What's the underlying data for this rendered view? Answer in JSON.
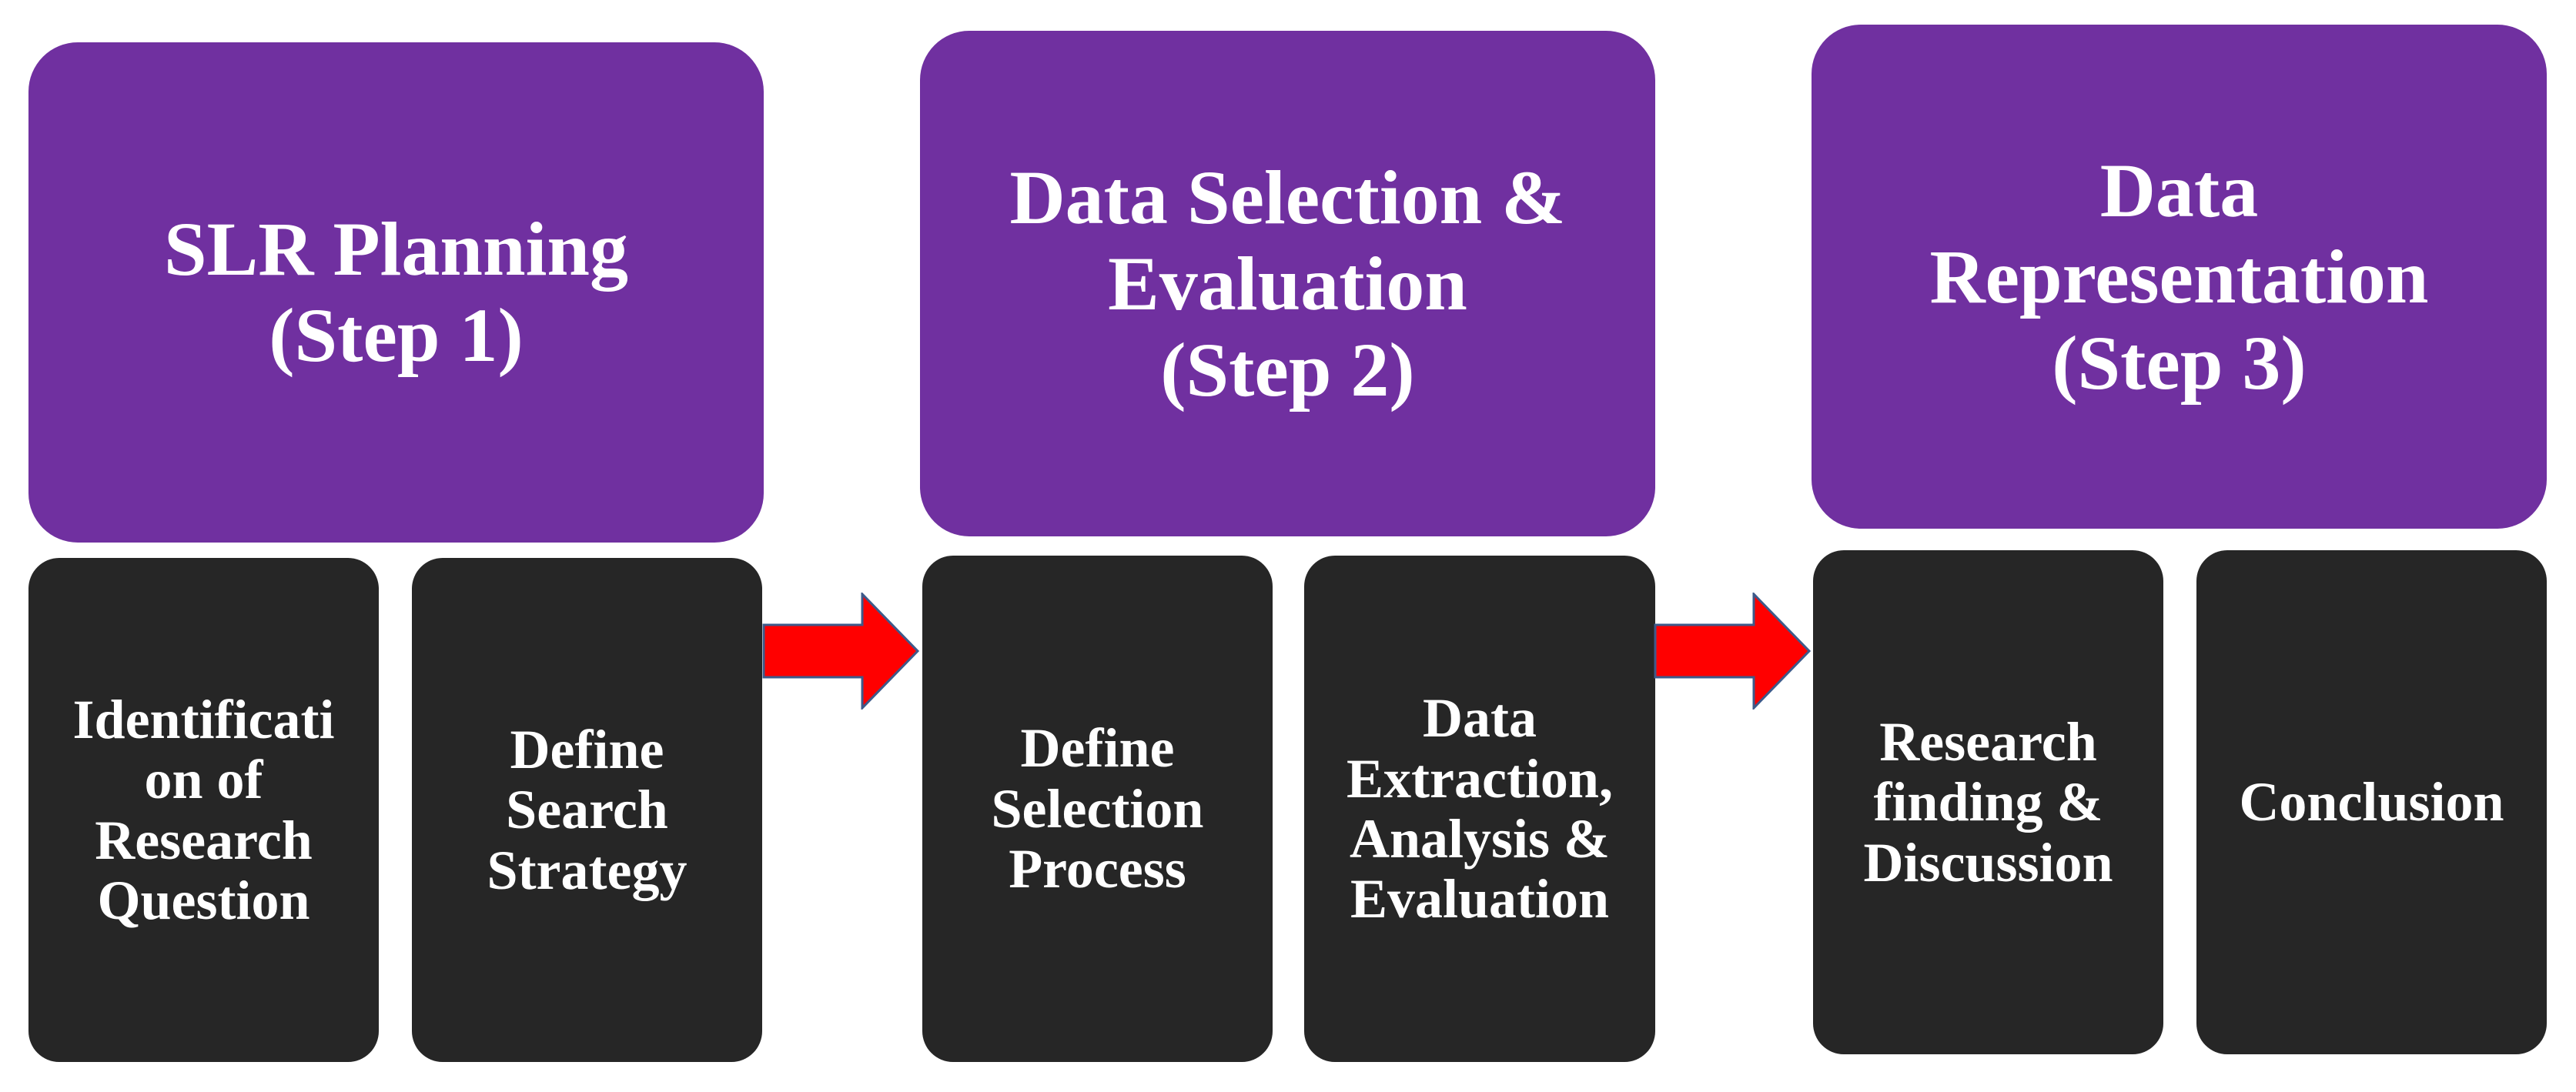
{
  "colors": {
    "stage_fill": "#7030a0",
    "sub_fill": "#262626",
    "arrow_fill": "#ff0000",
    "arrow_stroke": "#3d5a8a",
    "text": "#ffffff"
  },
  "steps": [
    {
      "title": "SLR Planning\n(Step 1)",
      "sub_steps": [
        "Identificati\non of\nResearch\nQuestion",
        "Define\nSearch\nStrategy"
      ]
    },
    {
      "title": "Data Selection &\nEvaluation\n(Step 2)",
      "sub_steps": [
        "Define\nSelection\nProcess",
        "Data\nExtraction,\nAnalysis &\nEvaluation"
      ]
    },
    {
      "title": "Data\nRepresentation\n(Step 3)",
      "sub_steps": [
        "Research\nfinding &\nDiscussion",
        "Conclusion"
      ]
    }
  ]
}
